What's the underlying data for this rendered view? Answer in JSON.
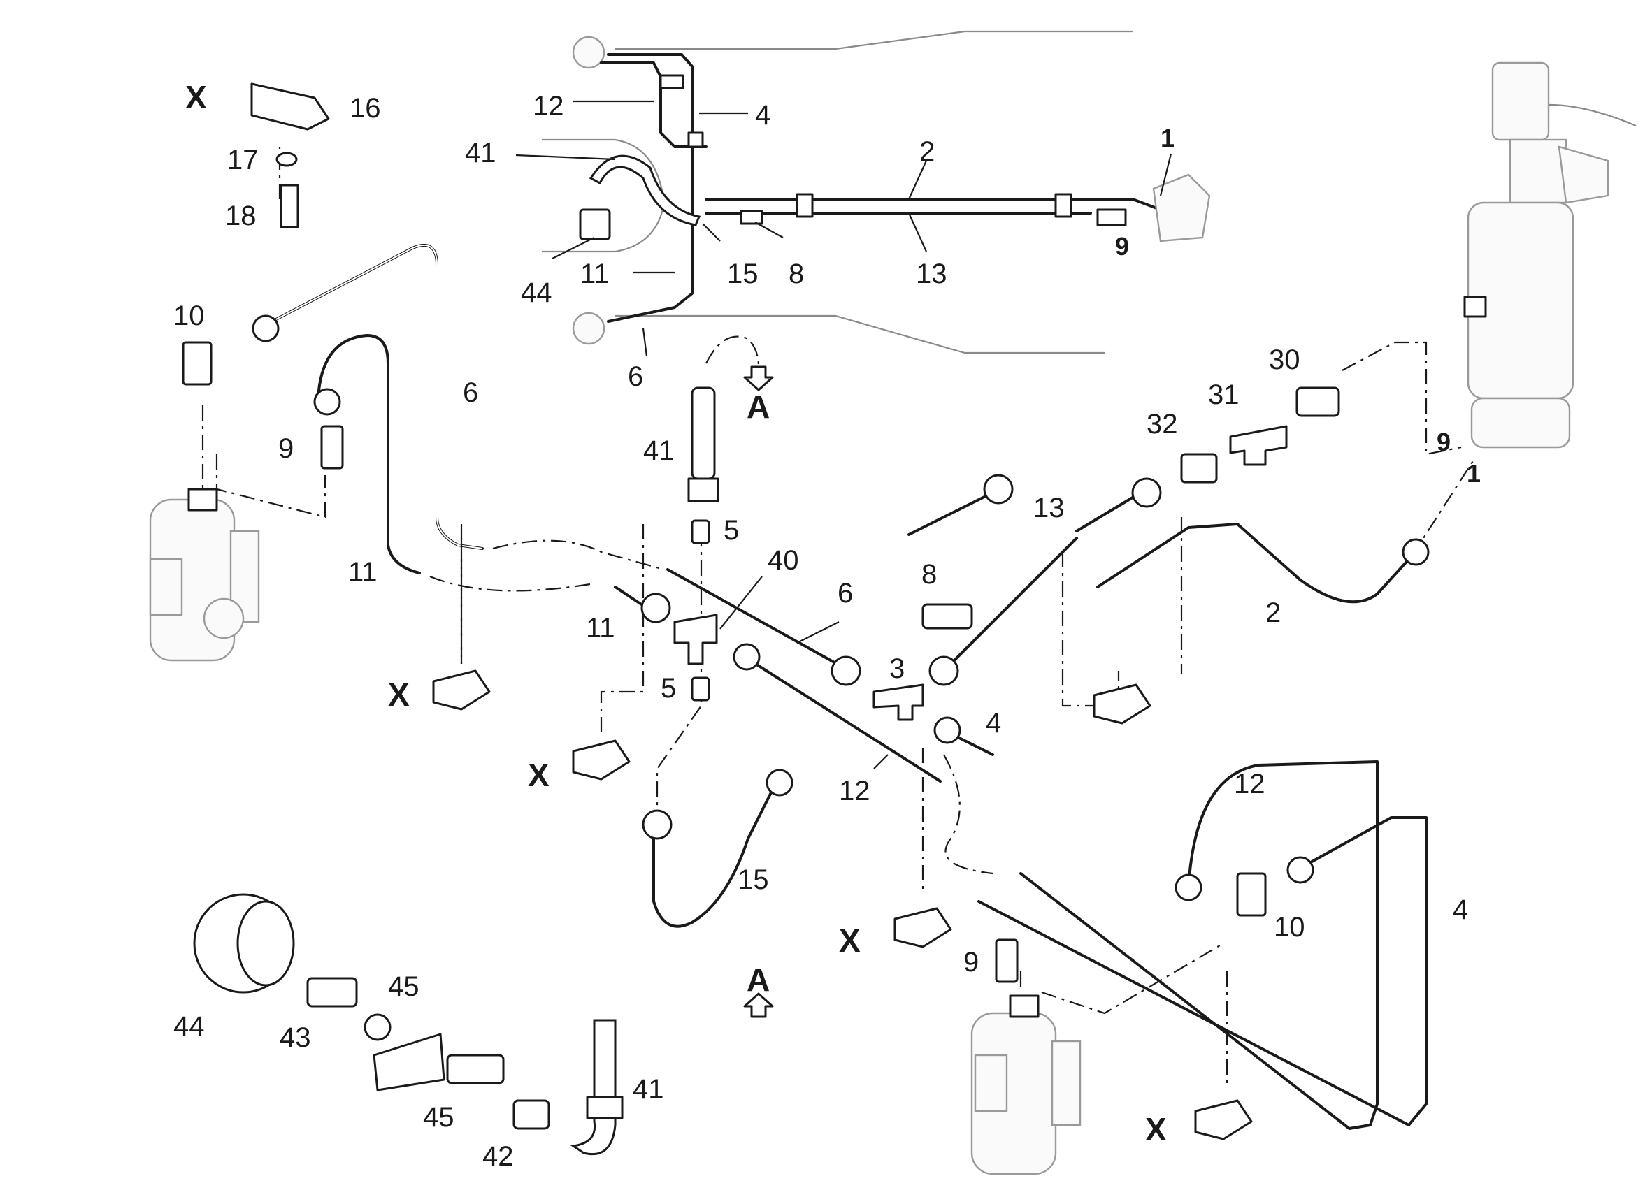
{
  "callouts": {
    "l1_top": "1",
    "l2_top": "2",
    "l4_top": "4",
    "l6_top": "6",
    "l8_top": "8",
    "l9_top": "9",
    "l11_top": "11",
    "l12_top": "12",
    "l13_top": "13",
    "l15_top": "15",
    "l41_top": "41",
    "l44_top": "44",
    "l16": "16",
    "l17": "17",
    "l18": "18",
    "l10_left": "10",
    "l9_left": "9",
    "l6_left": "6",
    "l11_left": "11",
    "l41_mid": "41",
    "l5_a": "5",
    "l40": "40",
    "l11_mid": "11",
    "l5_b": "5",
    "l6_mid": "6",
    "l8_mid": "8",
    "l13_mid": "13",
    "l32": "32",
    "l31": "31",
    "l30": "30",
    "l9_right": "9",
    "l1_right": "1",
    "l2_right": "2",
    "l3": "3",
    "l4_mid": "4",
    "l12_mid": "12",
    "l15_low": "15",
    "l12_right": "12",
    "l10_right": "10",
    "l4_right": "4",
    "l9_bottom": "9",
    "l44_bottom": "44",
    "l43": "43",
    "l45_a": "45",
    "l45_b": "45",
    "l42": "42",
    "l41_bottom": "41"
  },
  "markers": {
    "x_top": "X",
    "x_left": "X",
    "x_mid": "X",
    "x_center": "X",
    "x_bottom": "X",
    "a_top": "A",
    "a_bottom": "A"
  }
}
